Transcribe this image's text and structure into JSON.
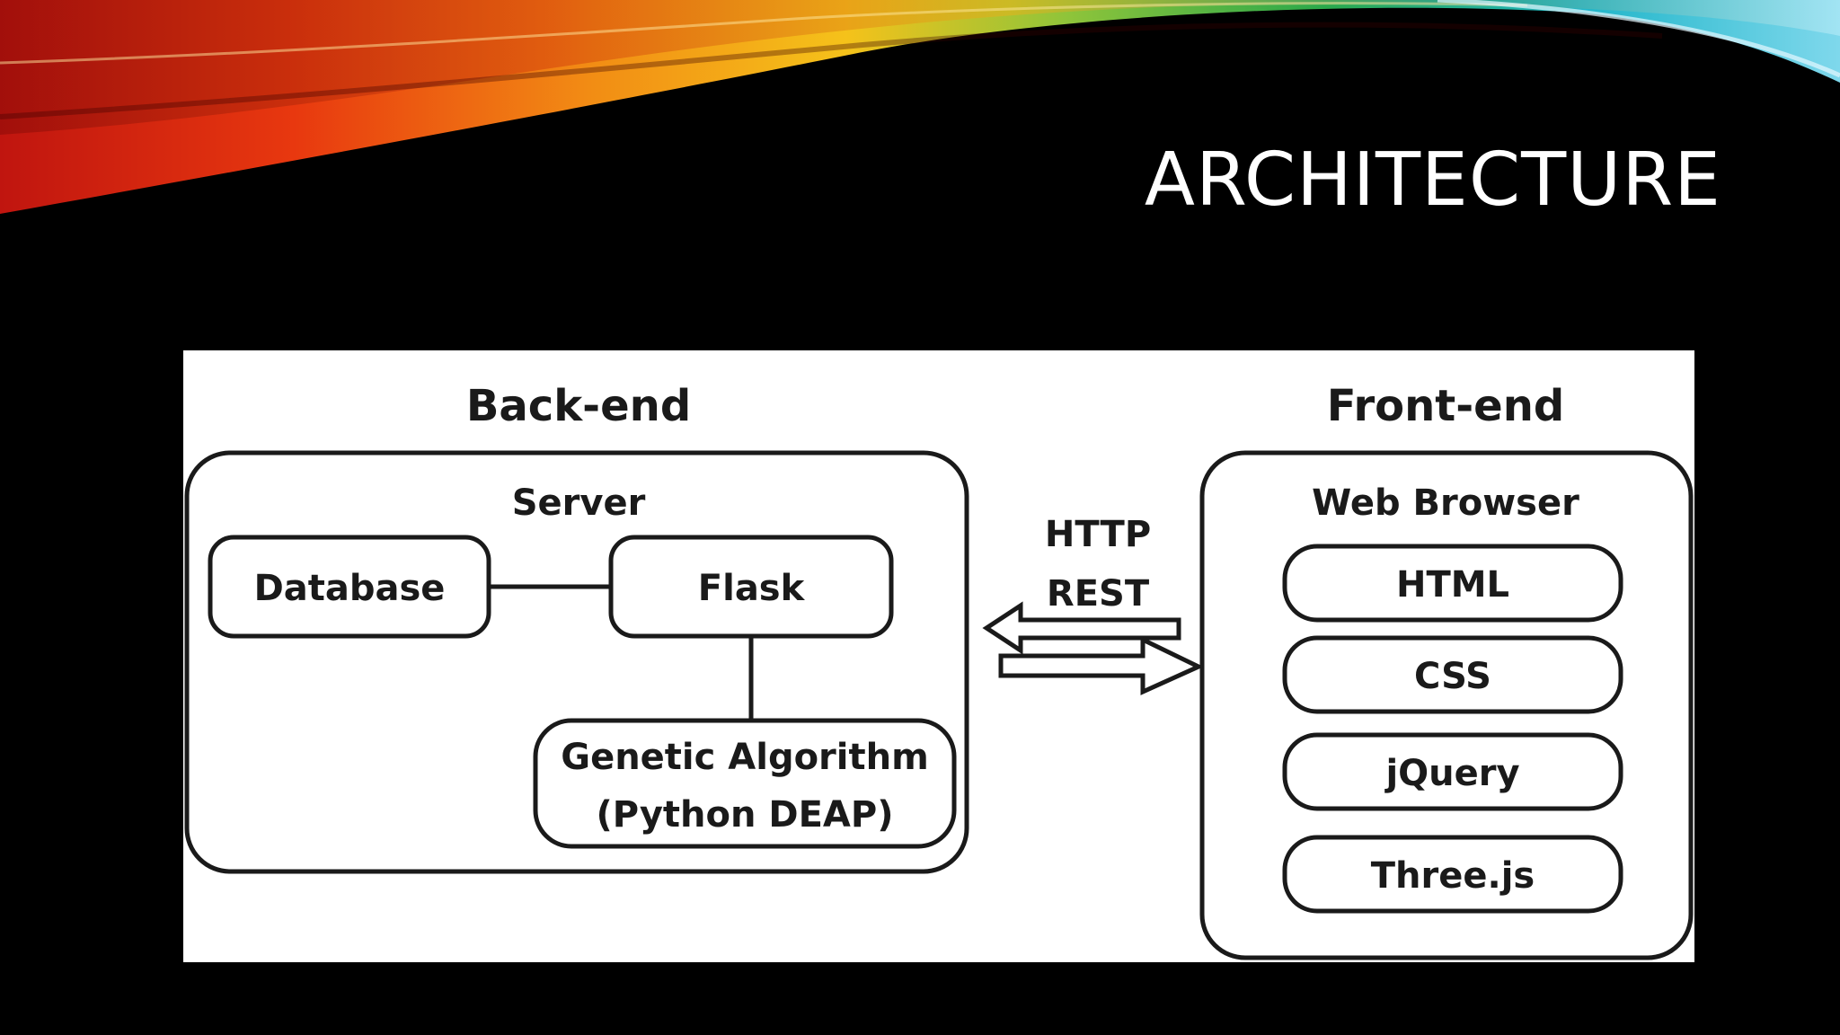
{
  "slide": {
    "title": "ARCHITECTURE"
  },
  "diagram": {
    "backend": {
      "heading": "Back-end",
      "container_label": "Server",
      "database": "Database",
      "flask": "Flask",
      "genetic_line1": "Genetic Algorithm",
      "genetic_line2": "(Python DEAP)"
    },
    "connection": {
      "label_line1": "HTTP",
      "label_line2": "REST"
    },
    "frontend": {
      "heading": "Front-end",
      "container_label": "Web Browser",
      "items": [
        "HTML",
        "CSS",
        "jQuery",
        "Three.js"
      ]
    }
  },
  "colors": {
    "background": "#000000",
    "title": "#ffffff",
    "panel": "#ffffff",
    "diagram_ink": "#1a1a1a"
  }
}
